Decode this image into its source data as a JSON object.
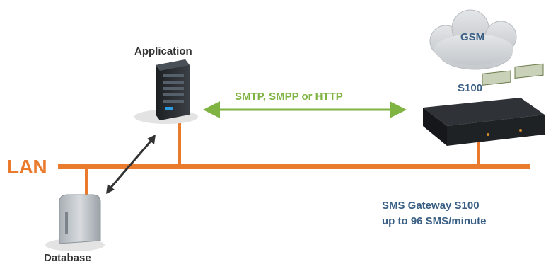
{
  "nodes": {
    "application": "Application",
    "database": "Database",
    "device": "S100",
    "network": "GSM"
  },
  "link": {
    "protocols": "SMTP, SMPP or HTTP"
  },
  "lan_label": "LAN",
  "description": {
    "line1": "SMS Gateway S100",
    "line2": "up to 96 SMS/minute"
  },
  "colors": {
    "lan": "#ea7a2c",
    "protocol_arrow": "#7fb342",
    "device_text": "#3a5f85",
    "db_arrow": "#333333",
    "cloud": "#d3d6d9"
  }
}
